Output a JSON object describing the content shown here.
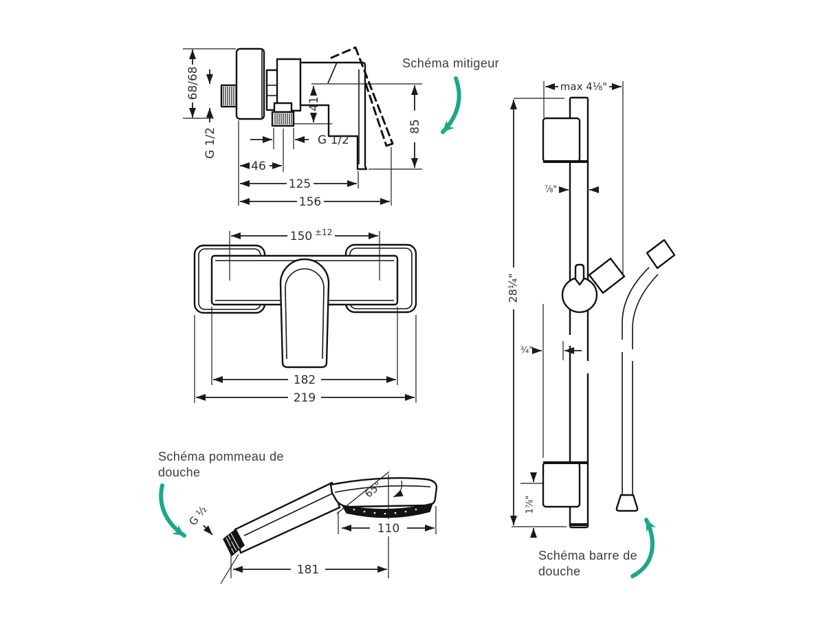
{
  "colors": {
    "background": "#ffffff",
    "line": "#111111",
    "dimension_text": "#2e2e2e",
    "label_text": "#3c3c3c",
    "accent_teal": "#1ba88a"
  },
  "mixer_side_view": {
    "label": "Schéma mitigeur",
    "dims": {
      "wall_plate_height": "68/68",
      "inlet_thread": "G 1/2",
      "outlet_drop": "41",
      "outlet_thread": "G 1/2",
      "wall_to_outlet": "46",
      "body_length": "125",
      "total_length": "156",
      "handle_height": "85"
    }
  },
  "mixer_front_view": {
    "dims": {
      "hole_spacing": "150",
      "hole_spacing_tolerance": "±12",
      "body_width": "182",
      "total_width": "219"
    }
  },
  "hand_shower_view": {
    "label_line1": "Schéma pommeau de",
    "label_line2": "douche",
    "dims": {
      "inlet_thread": "G ½",
      "spray_angle": "65°",
      "head_width": "110",
      "total_length": "181"
    }
  },
  "shower_bar_view": {
    "label_line1": "Schéma barre de",
    "label_line2": "douche",
    "dims": {
      "wall_offset_max": "max 4⅛\"",
      "bar_width": "⅞\"",
      "bar_length": "28¼\"",
      "bar_standoff": "¾\"",
      "bracket_to_end": "1⅞\""
    }
  }
}
